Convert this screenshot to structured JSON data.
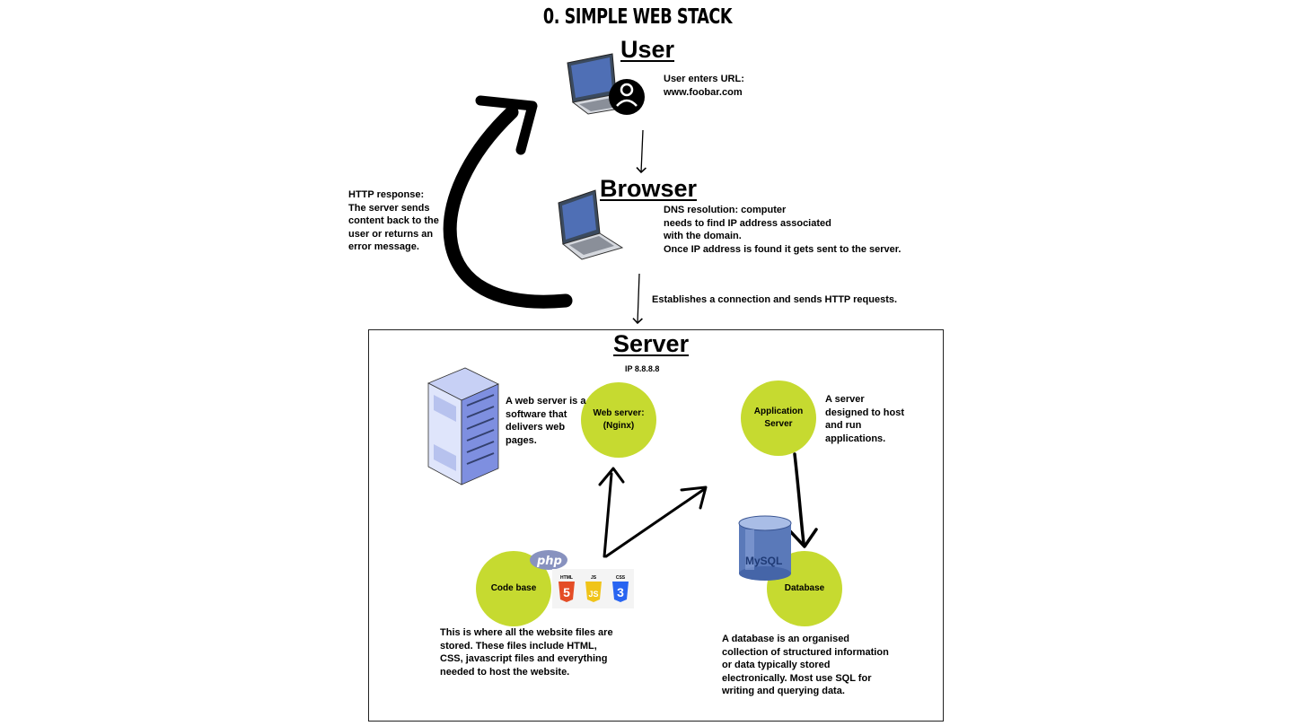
{
  "title": "0. SIMPLE WEB STACK",
  "user": {
    "heading": "User",
    "note": "User enters URL:\nwww.foobar.com"
  },
  "browser": {
    "heading": "Browser",
    "note": "DNS resolution: computer\nneeds to find IP address associated\nwith the domain.\nOnce IP address is found it gets sent to the server."
  },
  "http_response": {
    "note": "HTTP response:\nThe server sends\ncontent back to the\nuser or returns an\nerror message."
  },
  "connection_note": "Establishes a connection and sends HTTP requests.",
  "server": {
    "heading": "Server",
    "ip": "IP 8.8.8.8",
    "web_server": {
      "label": "Web server:\n(Nginx)",
      "note": "A web server is a\nsoftware that\ndelivers web\npages."
    },
    "app_server": {
      "label": "Application\nServer",
      "note": "A server\ndesigned to host\nand run\napplications."
    },
    "code_base": {
      "label": "Code base",
      "note": "This is where all the website files are\nstored. These files include HTML,\nCSS, javascript files and everything\nneeded to host the website.",
      "php_logo": "php",
      "badges": [
        {
          "top": "HTML",
          "digit": "5",
          "color": "#e44d26"
        },
        {
          "top": "JS",
          "digit": "JS",
          "color": "#f0c419"
        },
        {
          "top": "CSS",
          "digit": "3",
          "color": "#2965f1"
        }
      ]
    },
    "database": {
      "label": "Database",
      "note": "A database is an organised\ncollection of structured information\nor data typically stored\nelectronically. Most use SQL for\nwriting and querying data.",
      "mysql_logo": "MySQL"
    }
  },
  "colors": {
    "circle": "#c6da30",
    "rack": "#7e8fe0"
  }
}
